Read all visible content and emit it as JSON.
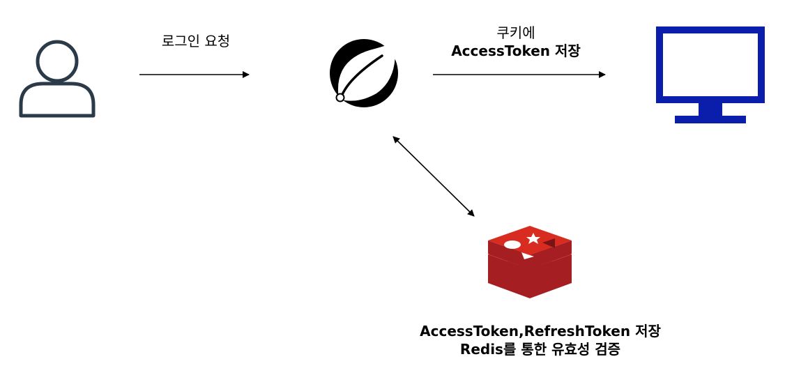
{
  "diagram": {
    "edges": {
      "user_to_server": {
        "label_line1": "로그인 요청"
      },
      "server_to_client": {
        "label_line1": "쿠키에",
        "label_line2": "AccessToken 저장"
      }
    },
    "nodes": {
      "user": {
        "icon": "user-icon",
        "color": "#2b3a48"
      },
      "server": {
        "icon": "spring-icon",
        "color": "#000000"
      },
      "client": {
        "icon": "monitor-icon",
        "color": "#0b1eab"
      },
      "redis": {
        "icon": "redis-icon",
        "color": "#c0282b",
        "label_line1": "AccessToken,RefreshToken 저장",
        "label_line2": "Redis를 통한 유효성 검증"
      }
    }
  }
}
